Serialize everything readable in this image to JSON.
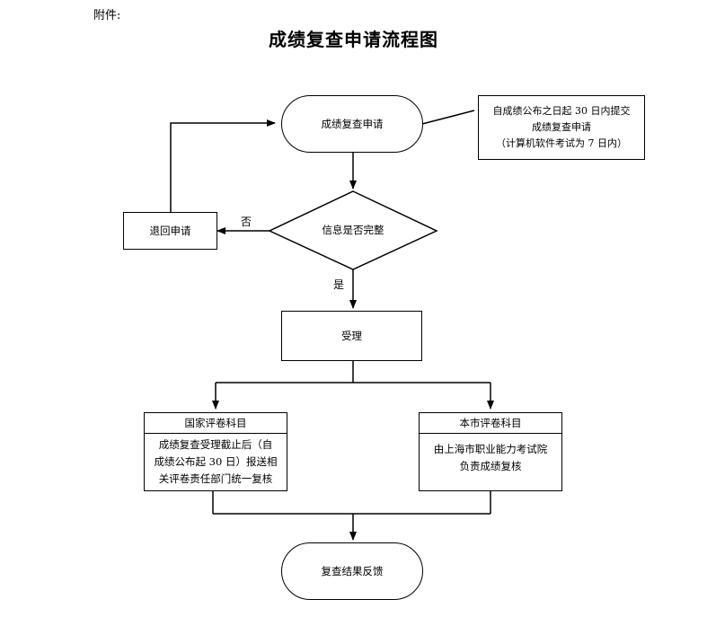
{
  "attachment_label": "附件:",
  "title": "成绩复查申请流程图",
  "nodes": {
    "apply": "成绩复查申请",
    "note": [
      "自成绩公布之日起 30 日内提交",
      "成绩复查申请",
      "（计算机软件考试为 7 日内）"
    ],
    "decision": "信息是否完整",
    "return": "退回申请",
    "accept": "受理",
    "national": {
      "title": "国家评卷科目",
      "lines": [
        "成绩复查受理截止后（自",
        "成绩公布起 30 日）报送相",
        "关评卷责任部门统一复核"
      ]
    },
    "local": {
      "title": "本市评卷科目",
      "lines": [
        "由上海市职业能力考试院",
        "负责成绩复核"
      ]
    },
    "result": "复查结果反馈"
  },
  "edge_labels": {
    "no": "否",
    "yes": "是"
  }
}
